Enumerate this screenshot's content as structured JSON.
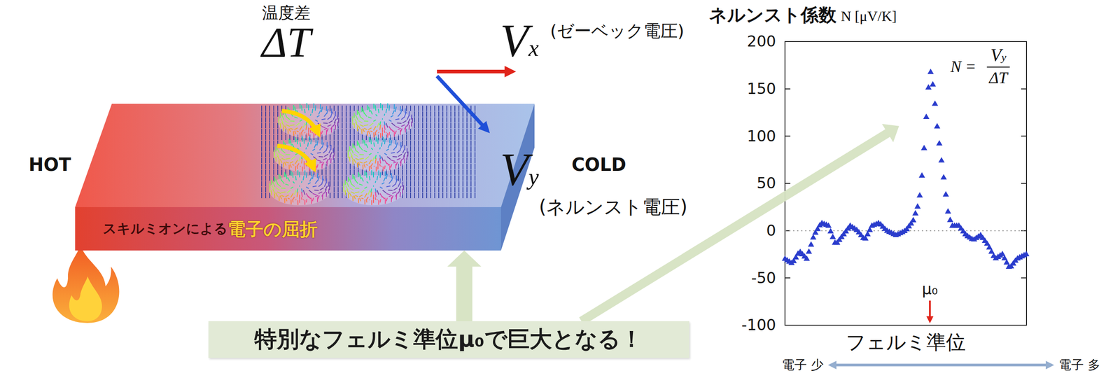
{
  "diagram": {
    "nodes": [
      {
        "text": [
          "スキルミオンによる",
          "電子の屈折"
        ]
      },
      {
        "text": [
          "特別なフェルミ準位μ₀で巨大となる！"
        ]
      }
    ],
    "edges": [
      {
        "from": 1,
        "to": 0,
        "arrow": "to"
      }
    ],
    "labels": [
      "温度差",
      "ΔT",
      "Vx",
      "(ゼーベック電圧)",
      "HOT",
      "COLD",
      "Vy",
      "(ネルンスト電圧)",
      "ネルンスト係数",
      "N [μV/K]",
      "200",
      "150",
      "100",
      "50",
      "0",
      "-50",
      "-100",
      "N =",
      "Vy",
      "ΔT",
      "μ₀",
      "フェルミ準位",
      "電子 少",
      "電子 多"
    ]
  }
}
